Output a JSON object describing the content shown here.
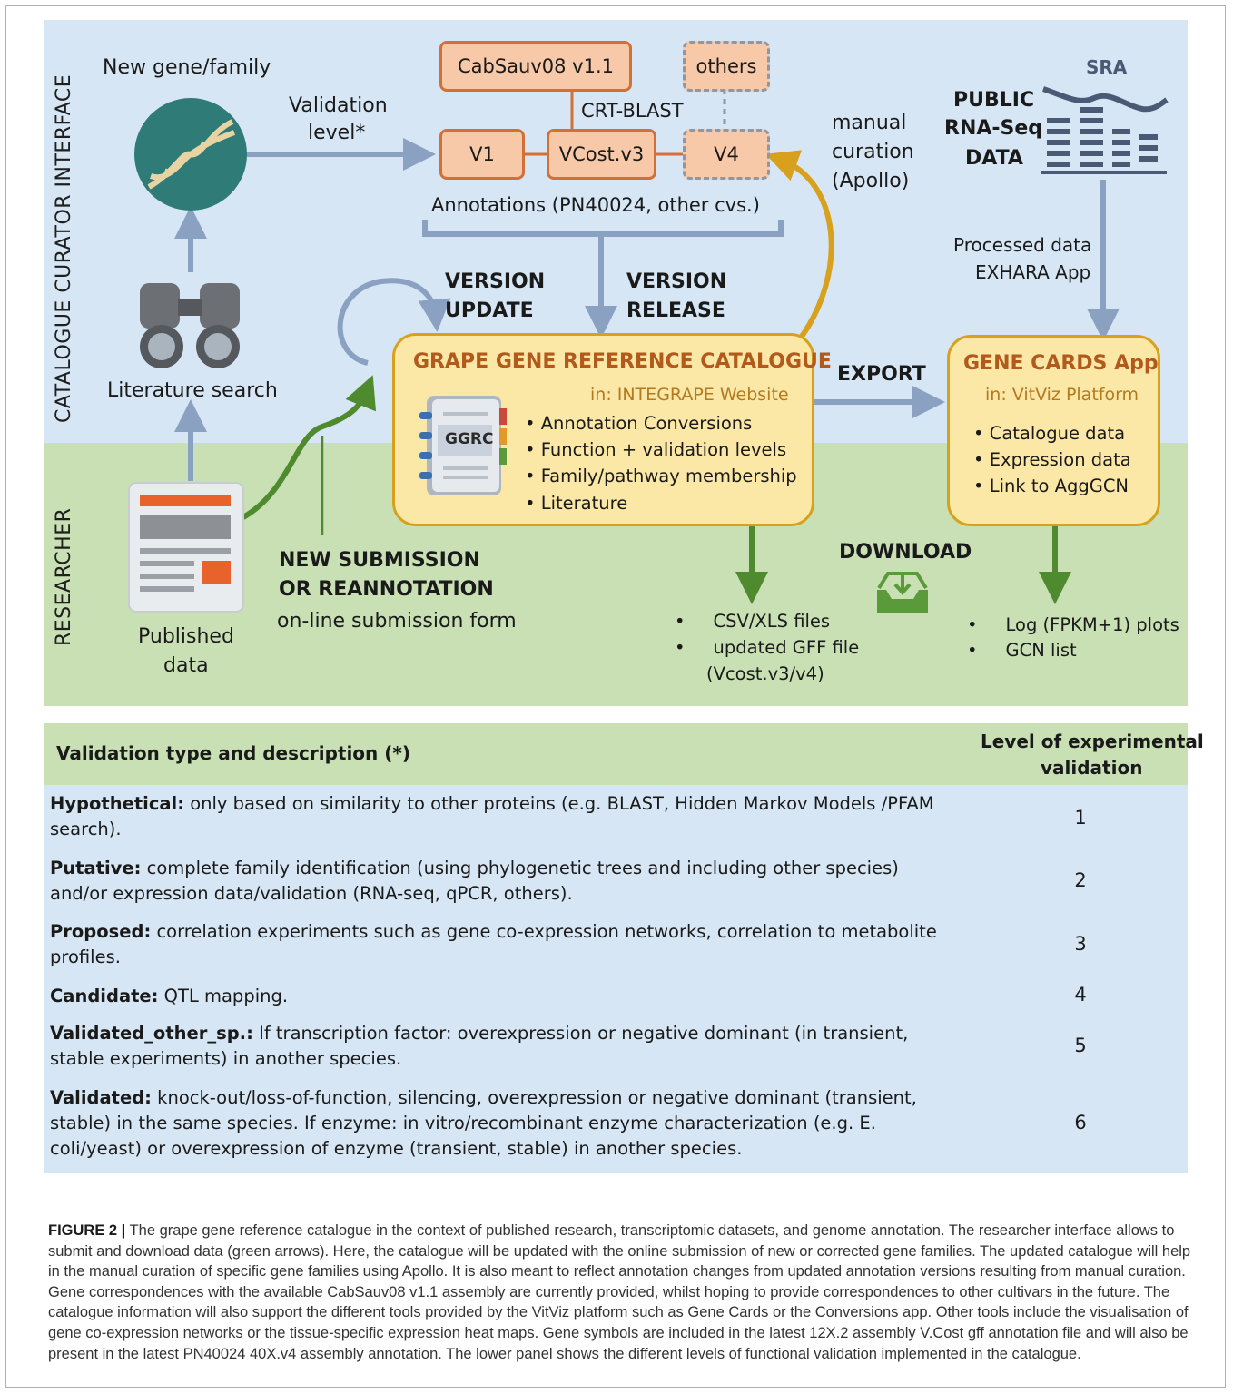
{
  "side_labels": {
    "catalogue": "CATALOGUE CURATOR INTERFACE",
    "researcher": "RESEARCHER"
  },
  "top": {
    "new_gene": "New gene/family",
    "validation_level_1": "Validation",
    "validation_level_2": "level*",
    "literature_search": "Literature search",
    "cabsauv": "CabSauv08 v1.1",
    "others": "others",
    "crt_blast": "CRT-BLAST",
    "v1": "V1",
    "vcost": "VCost.v3",
    "v4": "V4",
    "annotations": "Annotations (PN40024, other cvs.)",
    "manual_1": "manual",
    "manual_2": "curation",
    "manual_3": "(Apollo)",
    "sra": "SRA",
    "public_1": "PUBLIC",
    "public_2": "RNA-Seq",
    "public_3": "DATA",
    "processed_1": "Processed data",
    "processed_2": "EXHARA App",
    "version_update_1": "VERSION",
    "version_update_2": "UPDATE",
    "version_release_1": "VERSION",
    "version_release_2": "RELEASE",
    "export": "EXPORT"
  },
  "ggrc": {
    "title": "GRAPE GENE REFERENCE CATALOGUE",
    "sub": "in: INTEGRAPE Website",
    "icon_label": "GGRC",
    "bullets": [
      "Annotation Conversions",
      "Function + validation levels",
      "Family/pathway membership",
      "Literature"
    ]
  },
  "cards": {
    "title": "GENE CARDS App",
    "sub": "in: VitViz Platform",
    "bullets": [
      "Catalogue data",
      "Expression data",
      "Link to AggGCN"
    ]
  },
  "researcher": {
    "published_1": "Published",
    "published_2": "data",
    "new_sub_1": "NEW SUBMISSION",
    "new_sub_2": "OR REANNOTATION",
    "form": "on-line submission form",
    "download": "DOWNLOAD",
    "files": [
      "CSV/XLS files",
      "updated GFF file",
      "(Vcost.v3/v4)"
    ],
    "plots": [
      "Log (FPKM+1) plots",
      "GCN list"
    ]
  },
  "table": {
    "header_left": "Validation type and description (*)",
    "header_right_1": "Level of experimental",
    "header_right_2": "validation",
    "rows": [
      {
        "name": "Hypothetical:",
        "desc": " only based on similarity to other proteins (e.g. BLAST, Hidden Markov Models /PFAM search).",
        "level": "1"
      },
      {
        "name": "Putative:",
        "desc": " complete family identification (using phylogenetic trees and including other species) and/or expression data/validation (RNA-seq, qPCR, others).",
        "level": "2"
      },
      {
        "name": "Proposed:",
        "desc": " correlation experiments such as gene co-expression networks, correlation to metabolite profiles.",
        "level": "3"
      },
      {
        "name": "Candidate:",
        "desc": " QTL mapping.",
        "level": "4"
      },
      {
        "name": "Validated_other_sp.:",
        "desc": " If transcription factor: overexpression or negative dominant (in transient, stable experiments) in another species.",
        "level": "5"
      },
      {
        "name": "Validated:",
        "desc": " knock-out/loss-of-function, silencing, overexpression or negative dominant (transient, stable) in the same species. If enzyme: in vitro/recombinant enzyme characterization (e.g. E. coli/yeast) or overexpression of enzyme (transient, stable) in another species.",
        "level": "6"
      }
    ]
  },
  "caption": {
    "label": "FIGURE 2 |",
    "text": " The grape gene reference catalogue in the context of published research, transcriptomic datasets, and genome annotation. The researcher interface allows to submit and download data (green arrows). Here, the catalogue will be updated with the online submission of new or corrected gene families. The updated catalogue will help in the manual curation of specific gene families using Apollo. It is also meant to reflect annotation changes from updated annotation versions resulting from manual curation. Gene correspondences with the available CabSauv08 v1.1 assembly are currently provided, whilst hoping to provide correspondences to other cultivars in the future. The catalogue information will also support the different tools provided by the VitViz platform such as Gene Cards or the Conversions app. Other tools include the visualisation of gene co-expression networks or the tissue-specific expression heat maps. Gene symbols are included in the latest 12X.2 assembly V.Cost gff annotation file and will also be present in the latest PN40024 40X.v4 assembly annotation. The lower panel shows the different levels of functional validation implemented in the catalogue."
  }
}
